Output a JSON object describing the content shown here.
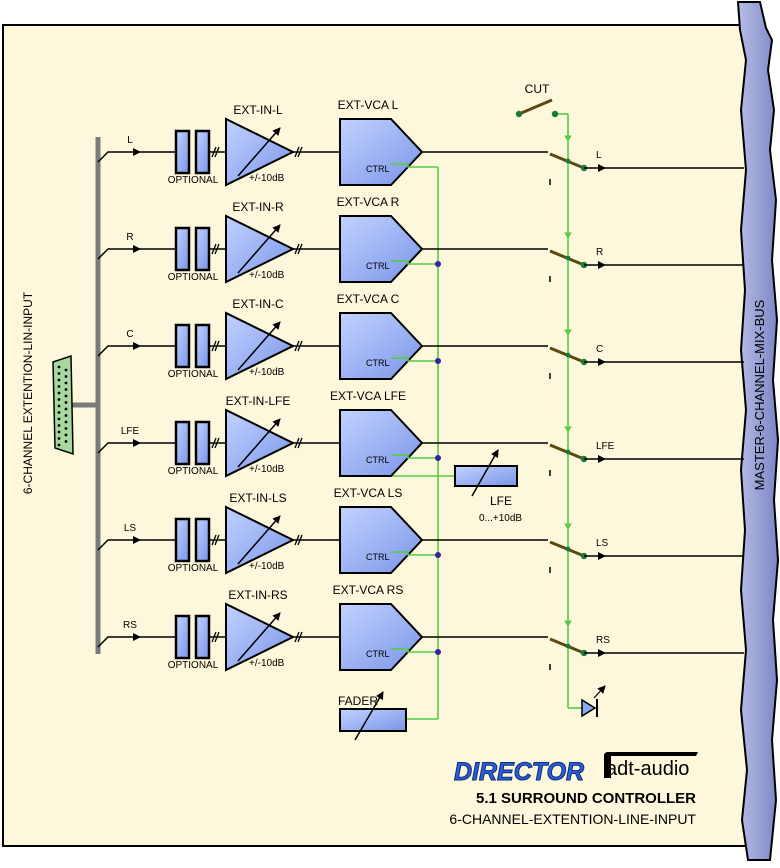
{
  "input_bus_label": "6-CHANNEL EXTENTION-LIN-INPUT",
  "master_bus_label": "MASTER-6-CHANNEL-MIX-BUS",
  "cut_label": "CUT",
  "optional_label": "OPTIONAL",
  "gain_range_label": "+/-10dB",
  "ctrl_label": "CTRL",
  "lfe_trim": {
    "label": "LFE",
    "range": "0...+10dB"
  },
  "fader_label": "FADER",
  "channels": [
    {
      "name": "L",
      "ext_in": "EXT-IN-L",
      "ext_vca": "EXT-VCA L"
    },
    {
      "name": "R",
      "ext_in": "EXT-IN-R",
      "ext_vca": "EXT-VCA R"
    },
    {
      "name": "C",
      "ext_in": "EXT-IN-C",
      "ext_vca": "EXT-VCA C"
    },
    {
      "name": "LFE",
      "ext_in": "EXT-IN-LFE",
      "ext_vca": "EXT-VCA LFE"
    },
    {
      "name": "LS",
      "ext_in": "EXT-IN-LS",
      "ext_vca": "EXT-VCA LS"
    },
    {
      "name": "RS",
      "ext_in": "EXT-IN-RS",
      "ext_vca": "EXT-VCA RS"
    }
  ],
  "logo": {
    "director": "DIRECTOR",
    "brand": "adt-audio"
  },
  "product_title": "5.1 SURROUND CONTROLLER",
  "product_subtitle": "6-CHANNEL-EXTENTION-LINE-INPUT",
  "colors": {
    "panel": "#fdf8db",
    "component_blue": "#8fa8f0",
    "bus": "#9aa3d6",
    "control_wire": "#55cc44",
    "node": "#3a1fa0",
    "switch": "#5a4a10",
    "switch_dot": "#1a7a3a",
    "connector": "#a8d8a0"
  }
}
